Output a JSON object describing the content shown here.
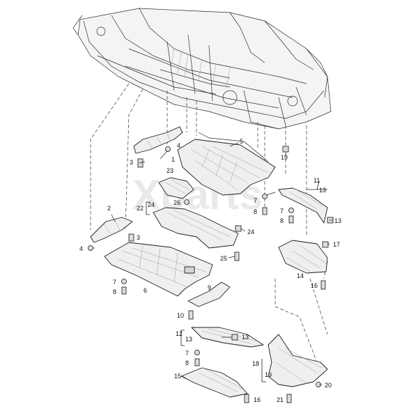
{
  "watermark": "Xparts",
  "callouts": {
    "c1": "1",
    "c2": "2",
    "c3a": "3",
    "c3b": "3",
    "c4a": "4",
    "c4b": "4",
    "c5": "5",
    "c6": "6",
    "c7a": "7",
    "c7b": "7",
    "c7c": "7",
    "c7d": "7",
    "c8a": "8",
    "c8b": "8",
    "c8c": "8",
    "c8d": "8",
    "c9": "9",
    "c10": "10",
    "c11": "11",
    "c12": "12",
    "c13a": "13",
    "c13b": "13",
    "c13c": "13",
    "c13d": "13",
    "c14": "14",
    "c15": "15",
    "c16a": "16",
    "c16b": "16",
    "c17": "17",
    "c18": "18",
    "c19a": "19",
    "c19b": "19",
    "c20": "20",
    "c21": "21",
    "c22": "22",
    "c23": "23",
    "c24a": "24",
    "c24b": "24",
    "c25": "25",
    "c26": "26"
  }
}
